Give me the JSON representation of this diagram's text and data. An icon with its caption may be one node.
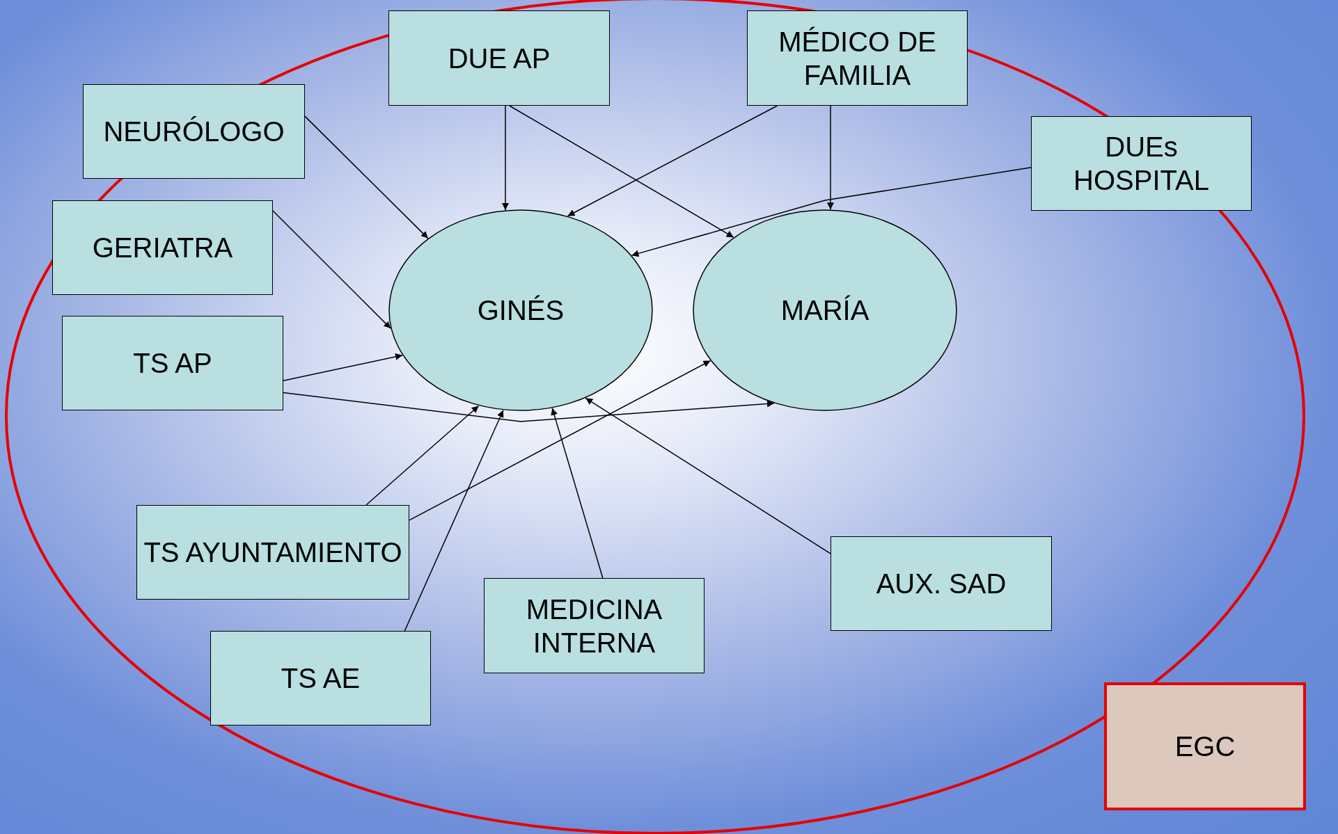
{
  "diagram": {
    "nodes": [
      {
        "text": [
          "DUE AP"
        ]
      },
      {
        "text": [
          "MÉDICO DE FAMILIA"
        ]
      },
      {
        "text": [
          "NEURÓLOGO"
        ]
      },
      {
        "text": [
          "DUEs HOSPITAL"
        ]
      },
      {
        "text": [
          "GERIATRA"
        ]
      },
      {
        "text": [
          "GINÉS"
        ]
      },
      {
        "text": [
          "MARÍA"
        ]
      },
      {
        "text": [
          "TS AP"
        ]
      },
      {
        "text": [
          "TS AYUNTAMIENTO"
        ]
      },
      {
        "text": [
          "MEDICINA INTERNA"
        ]
      },
      {
        "text": [
          "AUX. SAD"
        ]
      },
      {
        "text": [
          "TS AE"
        ]
      },
      {
        "text": [
          "EGC"
        ]
      }
    ],
    "edges": [
      {
        "from": 0,
        "to": 5,
        "arrow": "to"
      },
      {
        "from": 0,
        "to": 6,
        "arrow": "to"
      },
      {
        "from": 1,
        "to": 5,
        "arrow": "to"
      },
      {
        "from": 1,
        "to": 6,
        "arrow": "to"
      },
      {
        "from": 2,
        "to": 5,
        "arrow": "to"
      },
      {
        "from": 3,
        "to": 5,
        "arrow": "to"
      },
      {
        "from": 4,
        "to": 5,
        "arrow": "to"
      },
      {
        "from": 7,
        "to": 5,
        "arrow": "to"
      },
      {
        "from": 7,
        "to": 6,
        "arrow": "to"
      },
      {
        "from": 8,
        "to": 5,
        "arrow": "to"
      },
      {
        "from": 8,
        "to": 6,
        "arrow": "to"
      },
      {
        "from": 11,
        "to": 5,
        "arrow": "to"
      },
      {
        "from": 9,
        "to": 5,
        "arrow": "to"
      },
      {
        "from": 10,
        "to": 5,
        "arrow": "to"
      }
    ]
  }
}
